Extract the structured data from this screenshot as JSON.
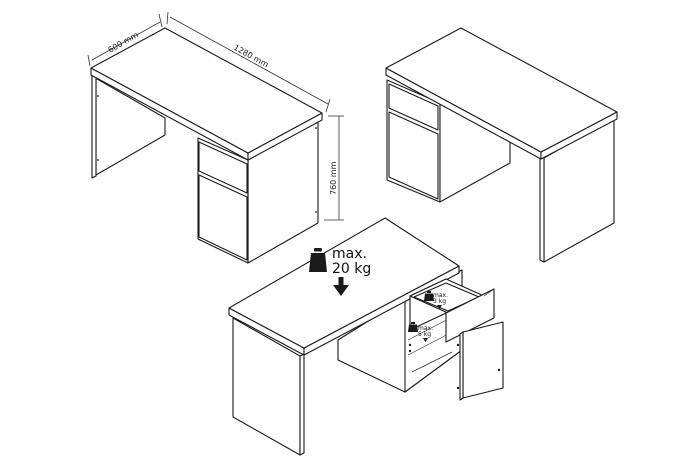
{
  "dimensions": {
    "depth": "600 mm",
    "width": "1280 mm",
    "height": "760 mm"
  },
  "load": {
    "desktop_max_line1": "max.",
    "desktop_max_line2": "20 kg",
    "drawer_max_line1": "max.",
    "drawer_max_line2": "3 kg",
    "shelf_max_line1": "max.",
    "shelf_max_line2": "5 kg"
  },
  "colors": {
    "line": "#1a1a1a",
    "background": "#ffffff"
  },
  "icons": [
    "weight-icon",
    "down-arrow-icon"
  ]
}
